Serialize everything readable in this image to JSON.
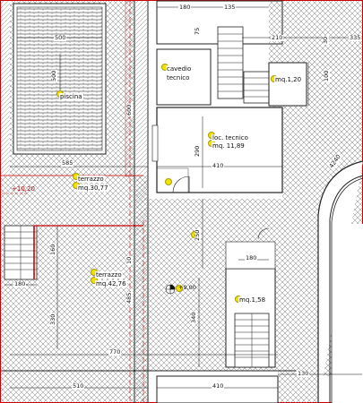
{
  "rooms": {
    "piscina": "piscina",
    "cavedio_1": "cavedio",
    "cavedio_2": "tecnico",
    "loc_tecnico_1": "loc. tecnico",
    "loc_tecnico_2": "mq. 11,89",
    "terrazzo_top_1": "terrazzo",
    "terrazzo_top_2": "mq.30,77",
    "terrazzo_main_1": "terrazzo",
    "terrazzo_main_2": "mq.42,76",
    "small_room_tr": "mq.1,20",
    "small_room_br": "mq.1,58"
  },
  "dimensions": {
    "pool_width": "500",
    "pool_height": "500",
    "height_600": "600",
    "d_180_top": "180",
    "d_135_top": "135",
    "d_75": "75",
    "d_210": "210",
    "d_30": "30",
    "d_335": "335",
    "d_100": "100",
    "d_290": "290",
    "d_410_mid": "410",
    "d_585": "585",
    "d_240_diag": "4240",
    "d_250": "250",
    "d_160": "160",
    "d_180_left": "180",
    "d_180_mid": "180",
    "d_330": "330",
    "d_340": "340",
    "d_770": "770",
    "d_130": "130",
    "d_510": "510",
    "d_410_bottom": "410",
    "d_485": "485",
    "d_10": "10"
  },
  "levels": {
    "level_left": "+10,20",
    "level_center": "+9,00"
  }
}
